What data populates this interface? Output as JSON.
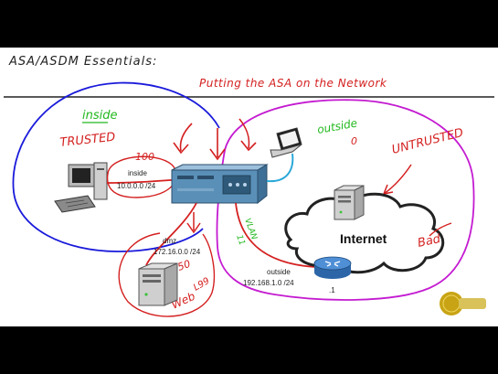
{
  "header": {
    "course_title": "ASA/ASDM Essentials:",
    "lesson_title": "Putting the ASA on the Network"
  },
  "zones": {
    "inside_label": "inside",
    "inside_trust": "TRUSTED",
    "outside_label": "outside",
    "outside_level": "0",
    "outside_trust": "UNTRUSTED"
  },
  "interfaces": {
    "inside_level": "100",
    "inside_name": "inside",
    "inside_net": "10.0.0.0 /24",
    "dmz_name": "dmz",
    "dmz_net": "172.16.0.0 /24",
    "dmz_level": "50",
    "outside_name": "outside",
    "outside_net": "192.168.1.0 /24",
    "router_host": ".1",
    "vlan_label": "VLAN",
    "vlan_id": "11"
  },
  "annotations": {
    "dmz_num": "L99",
    "web_label": "Web",
    "bad_label": "Bad"
  },
  "cloud": {
    "label": "Internet"
  },
  "colors": {
    "inside_zone": "#1a1adb",
    "outside_zone": "#c41bd1",
    "ink": "#d42020",
    "green": "#22b81e",
    "cable": "#2ba8d8",
    "asa": "#5a90b8",
    "router": "#3a7ec9"
  }
}
